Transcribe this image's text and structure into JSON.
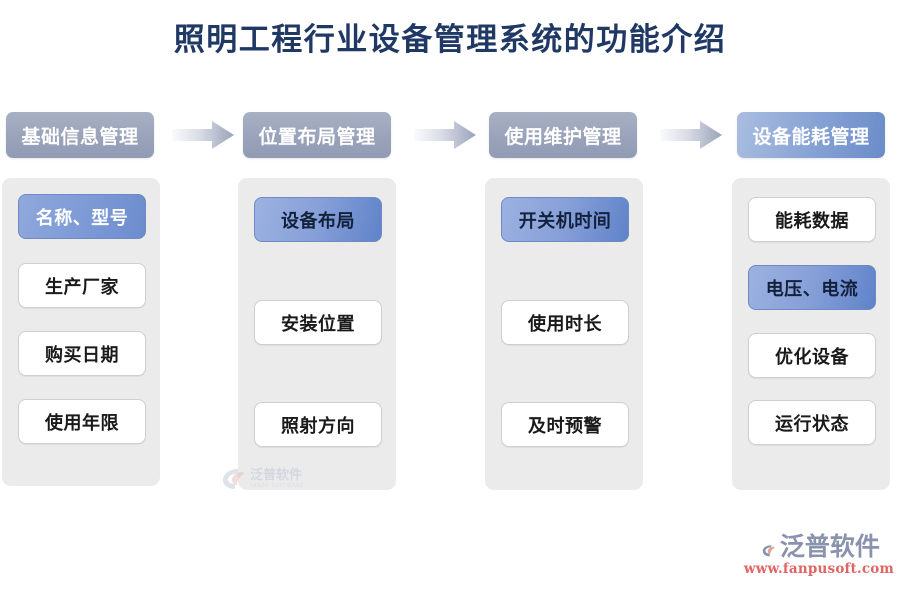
{
  "title": "照明工程行业设备管理系统的功能介绍",
  "colors": {
    "title_text": "#1f3864",
    "header_gray": "#9aa3ba",
    "header_blue": "#6b8cc9",
    "panel_bg": "#ebebeb",
    "chip_bg": "#ffffff",
    "chip_highlight": "#7e9bd6",
    "brand_cn": "#8a93ad",
    "brand_url": "#e06464"
  },
  "flow": {
    "arrow_icon": "right-arrow-icon",
    "stages": [
      {
        "header": "基础信息管理",
        "header_style": "gray",
        "items": [
          {
            "label": "名称、型号",
            "highlight": true,
            "text_tone": "white"
          },
          {
            "label": "生产厂家",
            "highlight": false,
            "text_tone": "dark"
          },
          {
            "label": "购买日期",
            "highlight": false,
            "text_tone": "dark"
          },
          {
            "label": "使用年限",
            "highlight": false,
            "text_tone": "dark"
          }
        ]
      },
      {
        "header": "位置布局管理",
        "header_style": "gray",
        "items": [
          {
            "label": "设备布局",
            "highlight": true,
            "text_tone": "dark"
          },
          {
            "label": "安装位置",
            "highlight": false,
            "text_tone": "dark"
          },
          {
            "label": "照射方向",
            "highlight": false,
            "text_tone": "dark"
          }
        ]
      },
      {
        "header": "使用维护管理",
        "header_style": "gray",
        "items": [
          {
            "label": "开关机时间",
            "highlight": true,
            "text_tone": "dark"
          },
          {
            "label": "使用时长",
            "highlight": false,
            "text_tone": "dark"
          },
          {
            "label": "及时预警",
            "highlight": false,
            "text_tone": "dark"
          }
        ]
      },
      {
        "header": "设备能耗管理",
        "header_style": "blue",
        "items": [
          {
            "label": "能耗数据",
            "highlight": false,
            "text_tone": "dark"
          },
          {
            "label": "电压、电流",
            "highlight": true,
            "text_tone": "dark"
          },
          {
            "label": "优化设备",
            "highlight": false,
            "text_tone": "dark"
          },
          {
            "label": "运行状态",
            "highlight": false,
            "text_tone": "dark"
          }
        ]
      }
    ]
  },
  "watermark": {
    "cn": "泛普软件",
    "en": "FANPU SOFTWARE"
  },
  "brand": {
    "cn": "泛普软件",
    "url": "www.fanpusoft.com"
  }
}
